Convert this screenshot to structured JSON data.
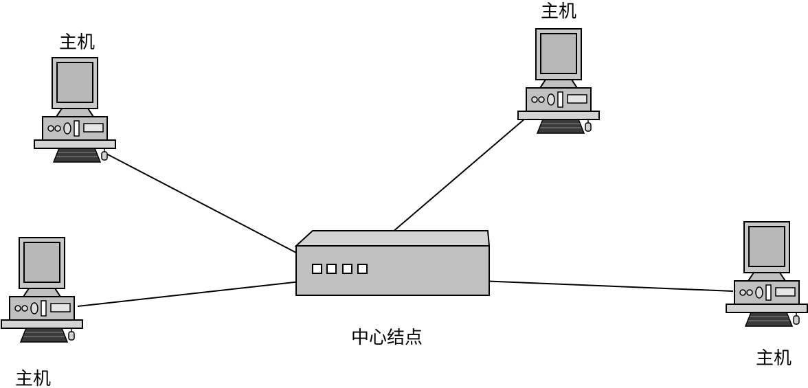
{
  "hosts": [
    {
      "id": "top-left",
      "label": "主机"
    },
    {
      "id": "top-right",
      "label": "主机"
    },
    {
      "id": "bottom-left",
      "label": "主机"
    },
    {
      "id": "right",
      "label": "主机"
    }
  ],
  "center_node": {
    "label": "中心结点"
  },
  "colors": {
    "line": "#000000",
    "device_fill": "#c0c0c0",
    "device_fill_light": "#d4d4d4",
    "screen_fill": "#b8b8b8",
    "keyboard_fill": "#3a3a3a"
  }
}
